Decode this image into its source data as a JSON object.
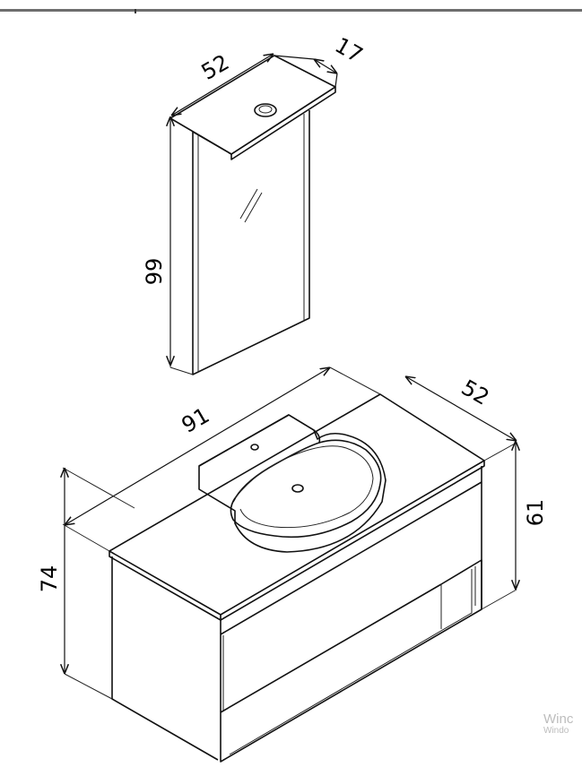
{
  "diagram": {
    "mirror": {
      "width": "52",
      "depth": "17",
      "height": "99"
    },
    "cabinet": {
      "width": "91",
      "depth": "52",
      "height_front": "74",
      "height_back": "61"
    }
  },
  "watermark": {
    "line1": "Winc",
    "line2": "Windo"
  },
  "colors": {
    "line": "#111111",
    "background": "#ffffff",
    "watermark": "#bdbdbd"
  }
}
